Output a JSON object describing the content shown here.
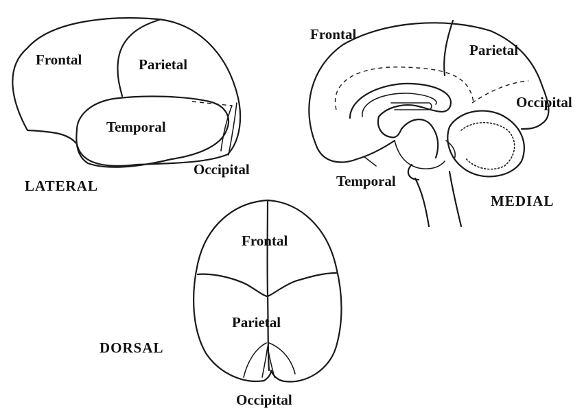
{
  "lateral_view": {
    "view_label": "LATERAL",
    "lobes": {
      "frontal": "Frontal",
      "parietal": "Parietal",
      "temporal": "Temporal",
      "occipital": "Occipital"
    }
  },
  "medial_view": {
    "view_label": "MEDIAL",
    "lobes": {
      "frontal": "Frontal",
      "parietal": "Parietal",
      "occipital": "Occipital",
      "temporal": "Temporal"
    }
  },
  "dorsal_view": {
    "view_label": "DORSAL",
    "lobes": {
      "frontal": "Frontal",
      "parietal": "Parietal",
      "occipital": "Occipital"
    }
  },
  "colors": {
    "line": "#1a1a1a",
    "background": "#ffffff"
  }
}
